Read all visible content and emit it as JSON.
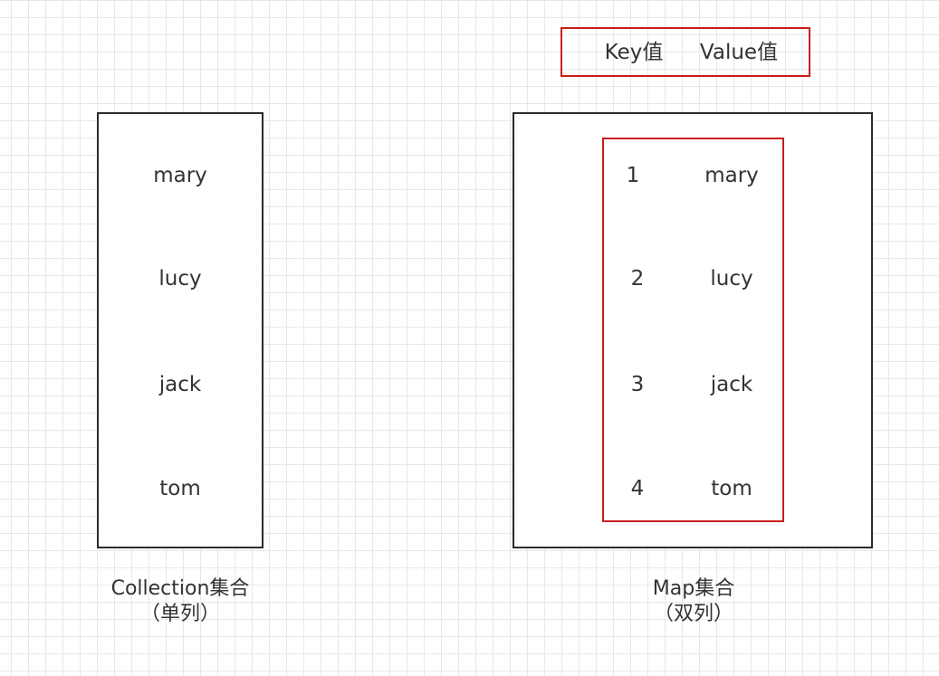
{
  "header": {
    "key_label": "Key值",
    "value_label": "Value值"
  },
  "collection": {
    "items": [
      "mary",
      "lucy",
      "jack",
      "tom"
    ],
    "caption_line1": "Collection集合",
    "caption_line2": "（单列）"
  },
  "map": {
    "entries": [
      {
        "key": "1",
        "value": "mary"
      },
      {
        "key": "2",
        "value": "lucy"
      },
      {
        "key": "3",
        "value": "jack"
      },
      {
        "key": "4",
        "value": "tom"
      }
    ],
    "caption_line1": "Map集合",
    "caption_line2": "（双列）"
  },
  "colors": {
    "box_border": "#2b2b2b",
    "highlight_border": "#c81e1e",
    "grid": "#e8e8e8"
  }
}
